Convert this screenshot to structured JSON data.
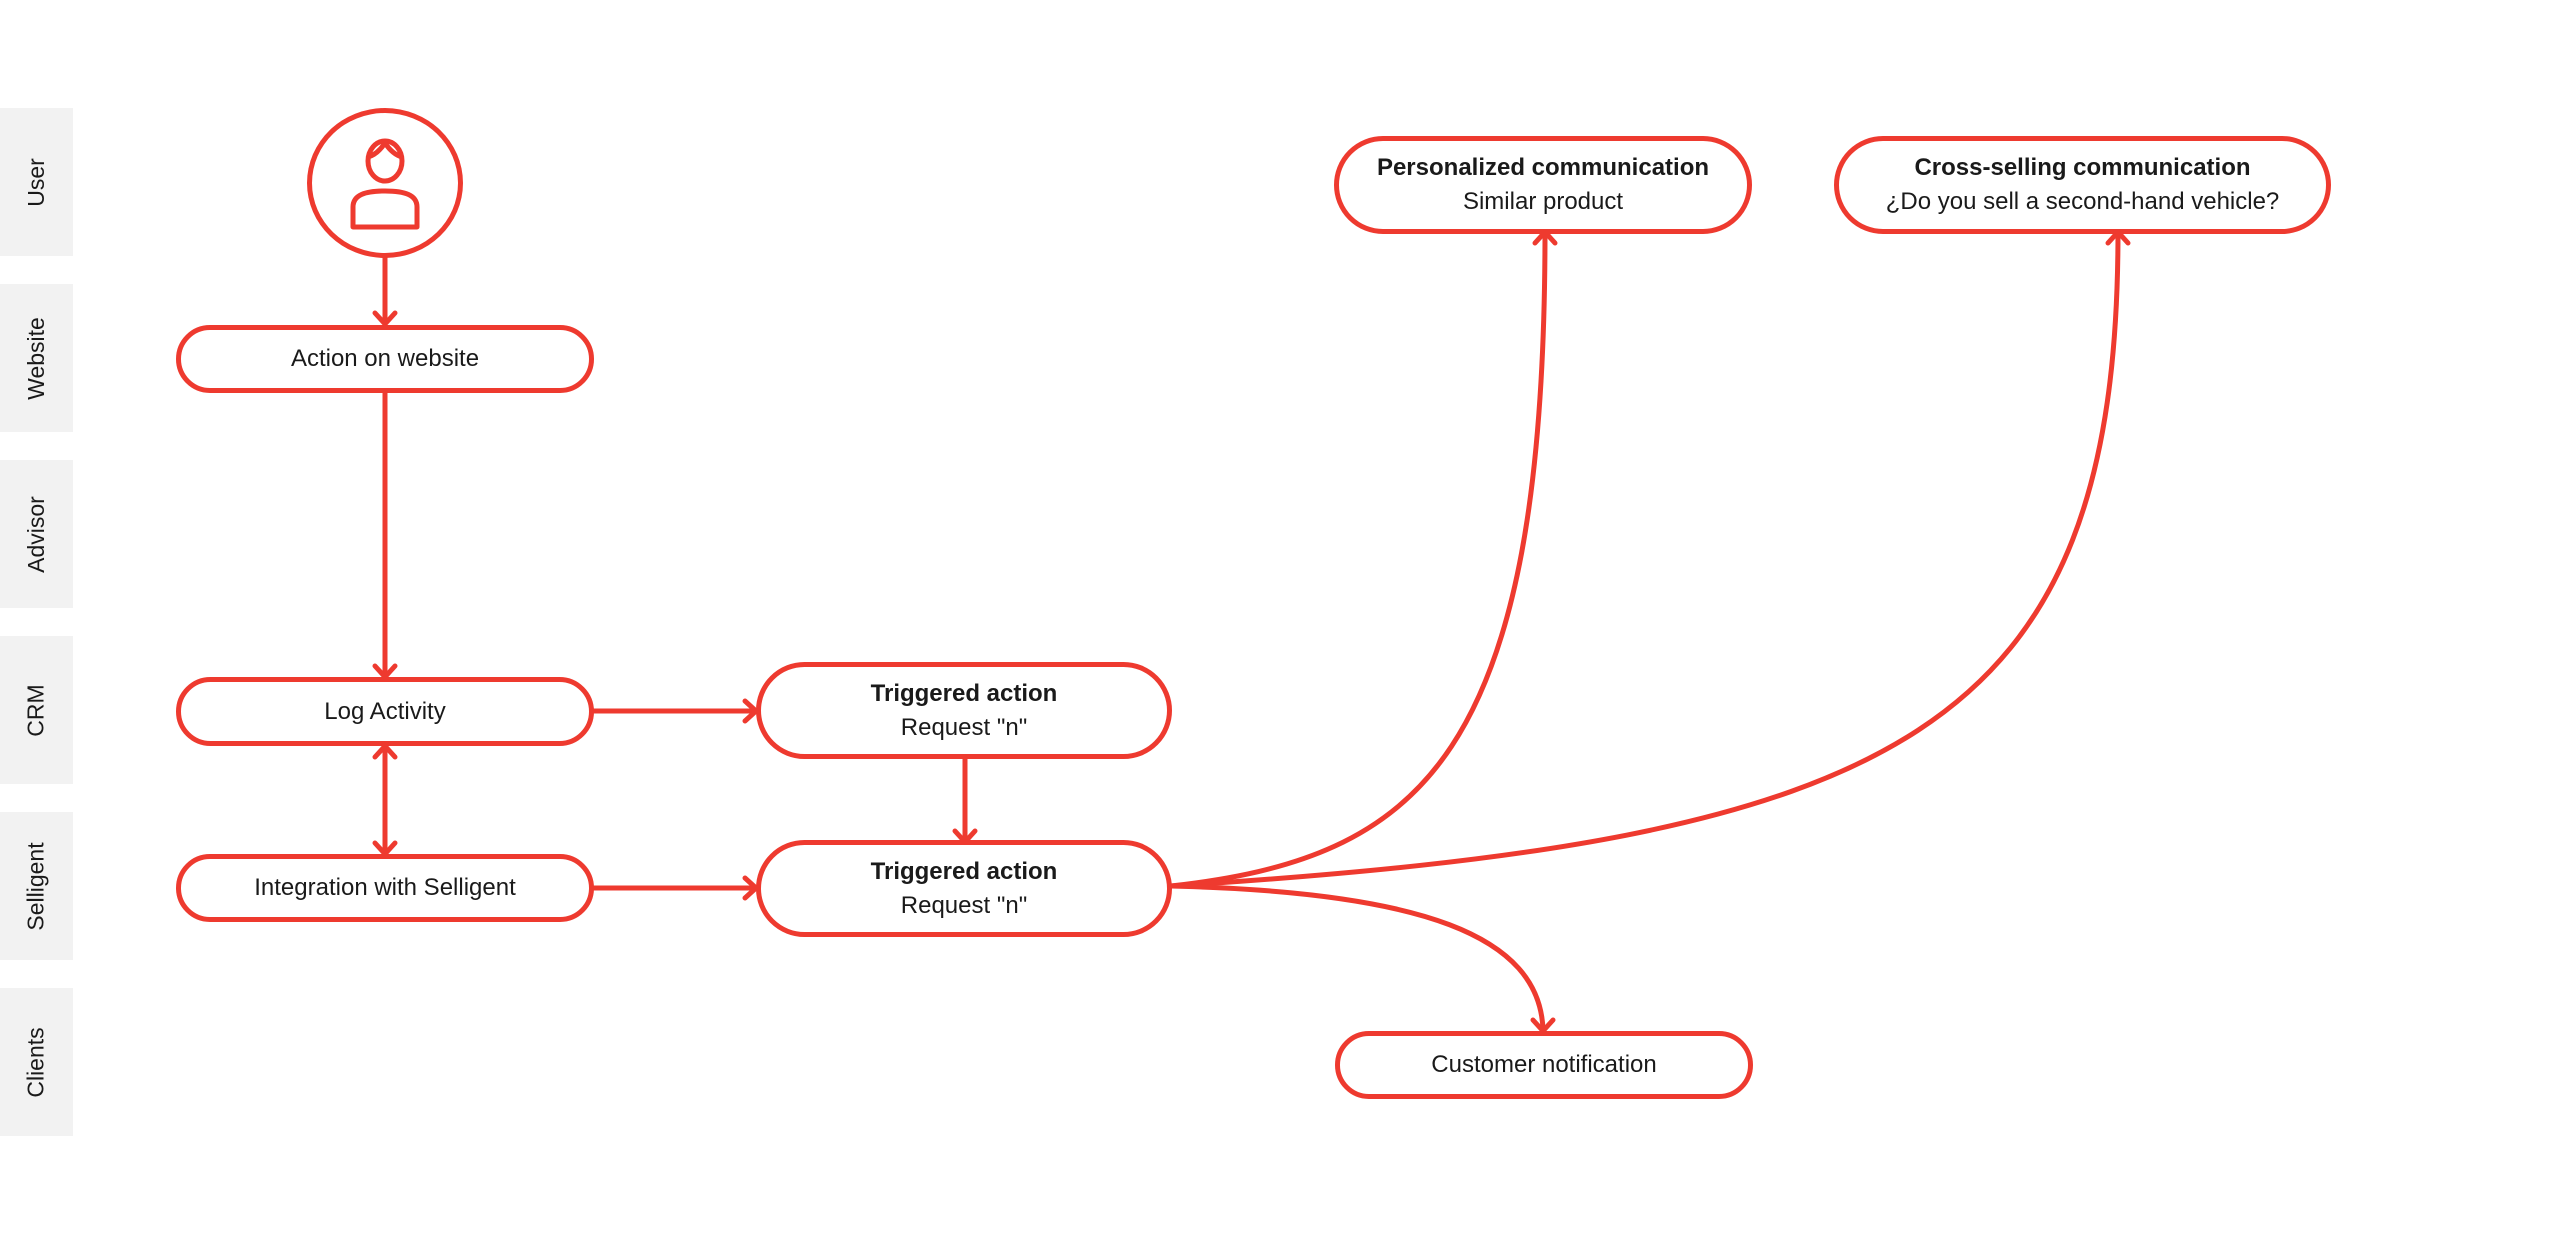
{
  "theme": {
    "accent": "#ee3a2f",
    "lane_background": "#f2f2f2"
  },
  "lanes": [
    {
      "label": "User"
    },
    {
      "label": "Website"
    },
    {
      "label": "Advisor"
    },
    {
      "label": "CRM"
    },
    {
      "label": "Selligent"
    },
    {
      "label": "Clients"
    }
  ],
  "nodes": {
    "user": {
      "icon": "user-icon"
    },
    "action_on_website": {
      "label": "Action on website"
    },
    "log_activity": {
      "label": "Log Activity"
    },
    "integration_selligent": {
      "label": "Integration with Selligent"
    },
    "triggered_action_crm": {
      "title": "Triggered action",
      "subtitle": "Request \"n\""
    },
    "triggered_action_selligent": {
      "title": "Triggered action",
      "subtitle": "Request \"n\""
    },
    "personalized_communication": {
      "title": "Personalized communication",
      "subtitle": "Similar product"
    },
    "cross_selling_communication": {
      "title": "Cross-selling communication",
      "subtitle": "¿Do you sell a second-hand vehicle?"
    },
    "customer_notification": {
      "label": "Customer notification"
    }
  }
}
